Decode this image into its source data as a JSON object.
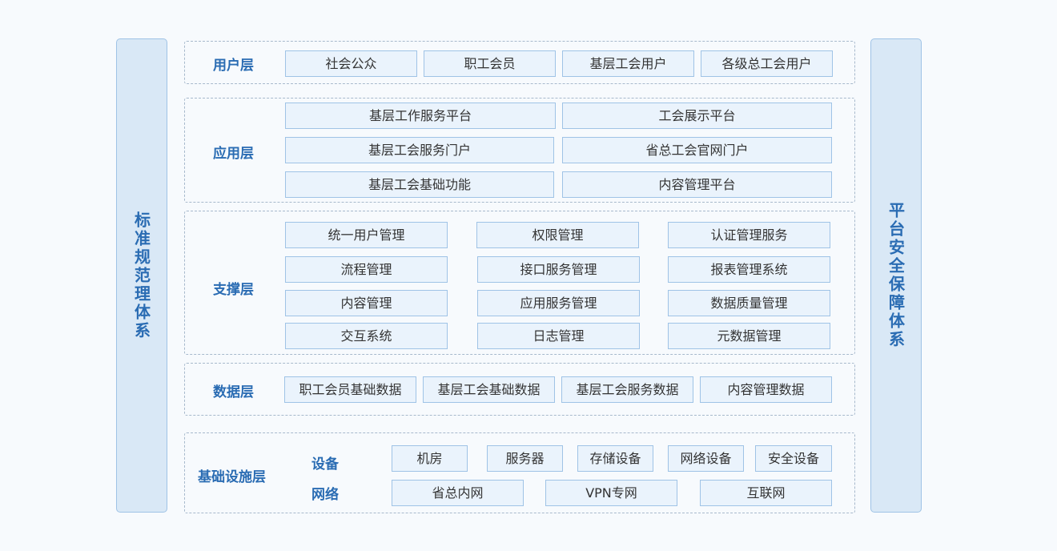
{
  "left_pillar": "标准规范理体系",
  "right_pillar": "平台安全保障体系",
  "user_layer": {
    "title": "用户层",
    "items": [
      "社会公众",
      "职工会员",
      "基层工会用户",
      "各级总工会用户"
    ]
  },
  "app_layer": {
    "title": "应用层",
    "items": [
      "基层工作服务平台",
      "工会展示平台",
      "基层工会服务门户",
      "省总工会官网门户",
      "基层工会基础功能",
      "内容管理平台"
    ]
  },
  "support_layer": {
    "title": "支撑层",
    "items": [
      "统一用户管理",
      "权限管理",
      "认证管理服务",
      "流程管理",
      "接口服务管理",
      "报表管理系统",
      "内容管理",
      "应用服务管理",
      "数据质量管理",
      "交互系统",
      "日志管理",
      "元数据管理"
    ]
  },
  "data_layer": {
    "title": "数据层",
    "items": [
      "职工会员基础数据",
      "基层工会基础数据",
      "基层工会服务数据",
      "内容管理数据"
    ]
  },
  "infra_layer": {
    "title": "基础设施层",
    "device_label": "设备",
    "devices": [
      "机房",
      "服务器",
      "存储设备",
      "网络设备",
      "安全设备"
    ],
    "network_label": "网络",
    "networks": [
      "省总内网",
      "VPN专网",
      "互联网"
    ]
  }
}
